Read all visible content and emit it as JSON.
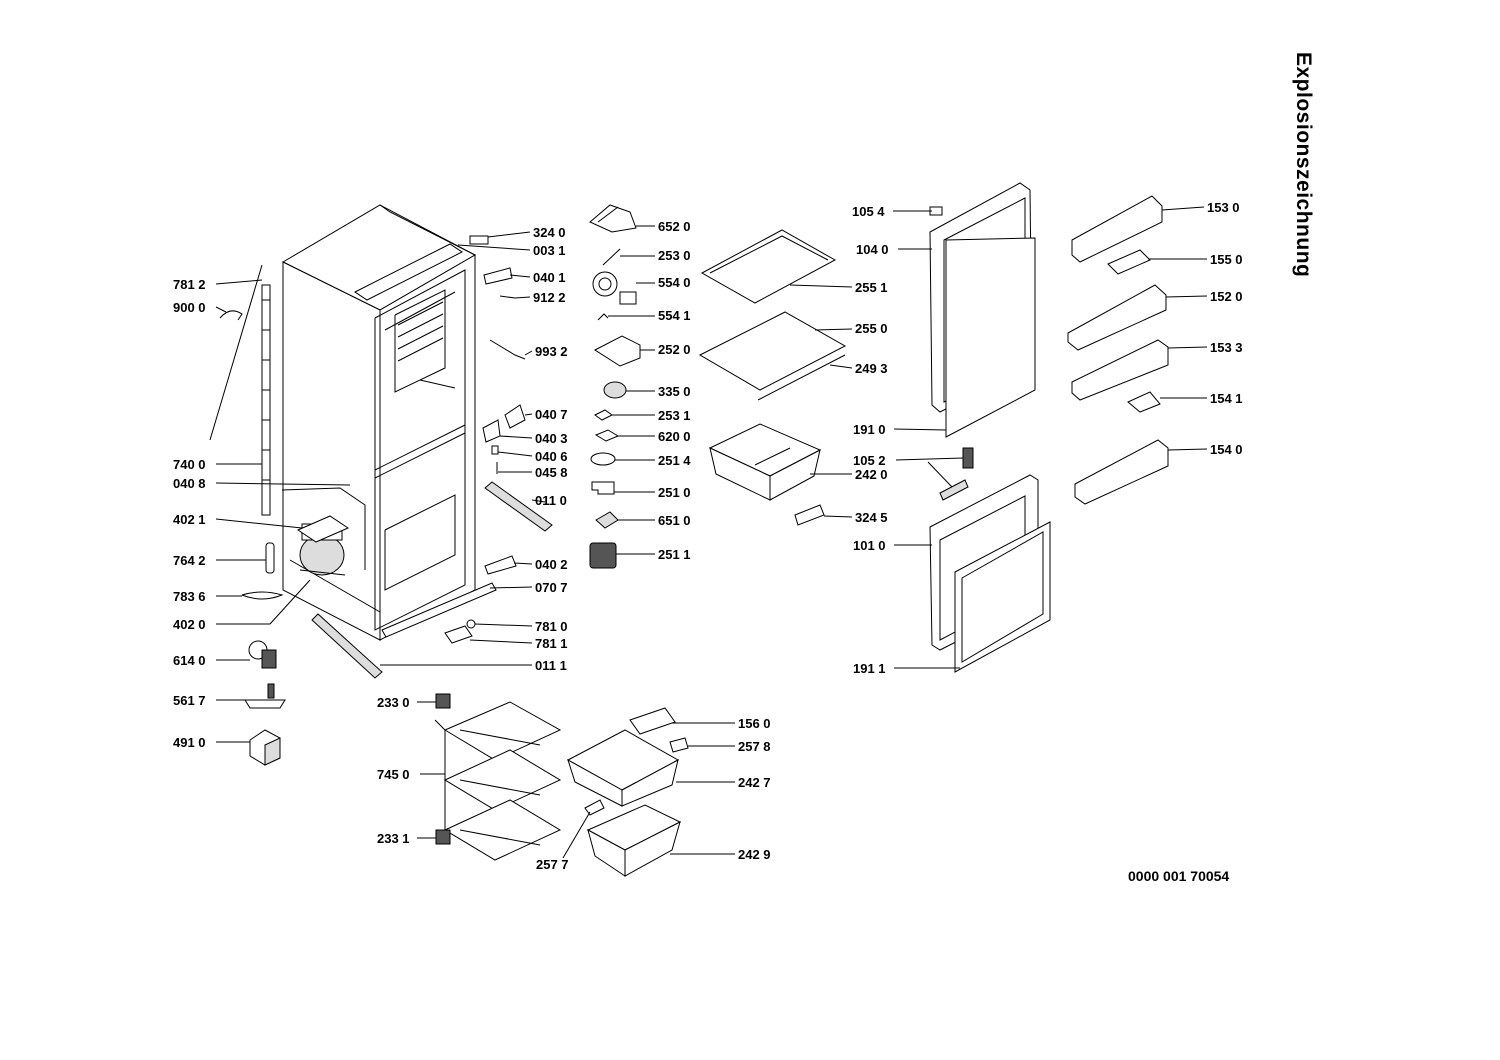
{
  "title": "Explosionszeichnung",
  "document_number": "0000 001 70054",
  "part_labels": [
    "324 0",
    "003 1",
    "040 1",
    "912 2",
    "993 2",
    "040 7",
    "040 3",
    "040 6",
    "045 8",
    "011 0",
    "040 2",
    "070 7",
    "781 0",
    "781 1",
    "011 1",
    "652 0",
    "253 0",
    "554 0",
    "554 1",
    "252 0",
    "335 0",
    "253 1",
    "620 0",
    "251 4",
    "251 0",
    "651 0",
    "251 1",
    "255 1",
    "255 0",
    "249 3",
    "242 0",
    "324 5",
    "105 4",
    "104 0",
    "191 0",
    "105 2",
    "101 0",
    "191 1",
    "153 0",
    "155 0",
    "152 0",
    "153 3",
    "154 1",
    "154 0",
    "781 2",
    "900 0",
    "740 0",
    "040 8",
    "402 1",
    "764 2",
    "783 6",
    "402 0",
    "614 0",
    "561 7",
    "491 0",
    "233 0",
    "745 0",
    "233 1",
    "156 0",
    "257 8",
    "242 7",
    "242 9",
    "257 7"
  ]
}
